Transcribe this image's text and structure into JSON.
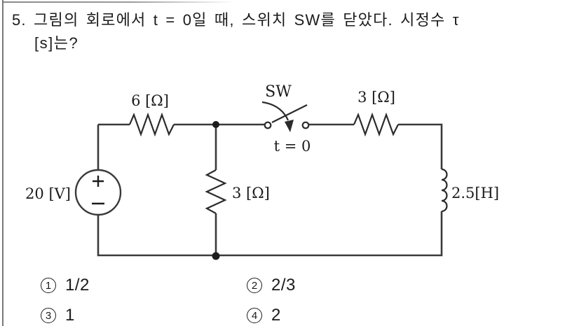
{
  "question": {
    "line1": "5. 그림의 회로에서 t = 0일 때, 스위치 SW를 닫았다. 시정수 τ",
    "line2": "[s]는?"
  },
  "circuit": {
    "source_label": "20 [V]",
    "resistor_top_left_label": "6 [Ω]",
    "switch_label": "SW",
    "switch_time_label": "t = 0",
    "resistor_top_right_label": "3 [Ω]",
    "resistor_middle_label": "3 [Ω]",
    "inductor_label": "2.5[H]"
  },
  "choices": [
    {
      "num": "1",
      "value": "1/2"
    },
    {
      "num": "2",
      "value": "2/3"
    },
    {
      "num": "3",
      "value": "1"
    },
    {
      "num": "4",
      "value": "2"
    }
  ],
  "colors": {
    "ink": "#1c1c1c",
    "wire": "#3a3a3a",
    "border": "#787878"
  }
}
